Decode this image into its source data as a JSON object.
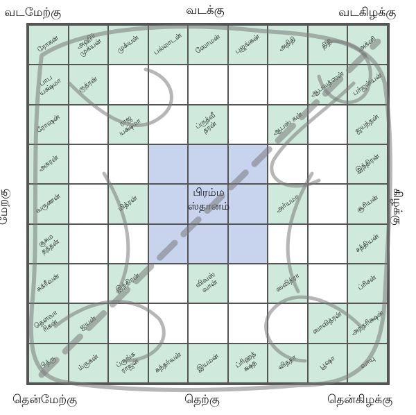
{
  "directions": {
    "northwest": "வடமேற்கு",
    "north": "வடக்கு",
    "northeast": "வடகிழக்கு",
    "west": "மேற்கு",
    "east": "கிழக்கு",
    "southwest": "தென்மேற்கு",
    "south": "தெற்கு",
    "southeast": "தென்கிழக்கு"
  },
  "center": {
    "line1": "பிரம்ம",
    "line2": "ஸ்தானம்"
  },
  "grid": [
    [
      "ரோகன்",
      "அஹிர் முக்யன்",
      "முக்யன்",
      "பல்லாடன்",
      "ஸோமன்",
      "புஜங்கன்",
      "அதிதி",
      "திதி",
      "அக்னி"
    ],
    [
      "பாப யக்ஷ்மா",
      "ருத்ரன்",
      "",
      "",
      "",
      "",
      "",
      "ஆபவத்ஸன்",
      "பர்ஜன்யன்"
    ],
    [
      "ரோஷன்",
      "",
      "ராஜ யக்ஷ்மா",
      "",
      "ப்ருத்வீ தரன்",
      "",
      "ஆபஸ் கன்",
      "",
      "ஜயந்தன்"
    ],
    [
      "அசுரன்",
      "",
      "",
      "",
      "",
      "",
      "",
      "",
      "இந்திரன்"
    ],
    [
      "வருணன்",
      "",
      "மித்ரன்",
      "",
      "",
      "",
      "அர்யமா",
      "",
      "சூரியன்"
    ],
    [
      "குசும தந்தன்",
      "",
      "",
      "",
      "",
      "",
      "",
      "",
      "சத்தியன்"
    ],
    [
      "சுக்ரீவன்",
      "",
      "இந்திரன்",
      "",
      "விவஸ் வான்",
      "",
      "ஸவித்ரா",
      "",
      "ப்ரிசன்"
    ],
    [
      "தௌவா ரிகன்",
      "ஜயன்",
      "",
      "",
      "",
      "",
      "",
      "ஸாவித்ரன்",
      "அந்தரிக்ஷன்"
    ],
    [
      "பித்ரு",
      "ம்ருகன்",
      "ப்ருங்க ராஜன்",
      "கந்தர்வன்",
      "இயமன்",
      "ப்ரிஹத் க்ஷத",
      "விததா",
      "பூஷா",
      "வாயு"
    ]
  ],
  "colors": {
    "green": "#cfeadc",
    "blue": "#c8d4ee",
    "grid_line": "#555555",
    "sketch": "#7a7a7a"
  }
}
